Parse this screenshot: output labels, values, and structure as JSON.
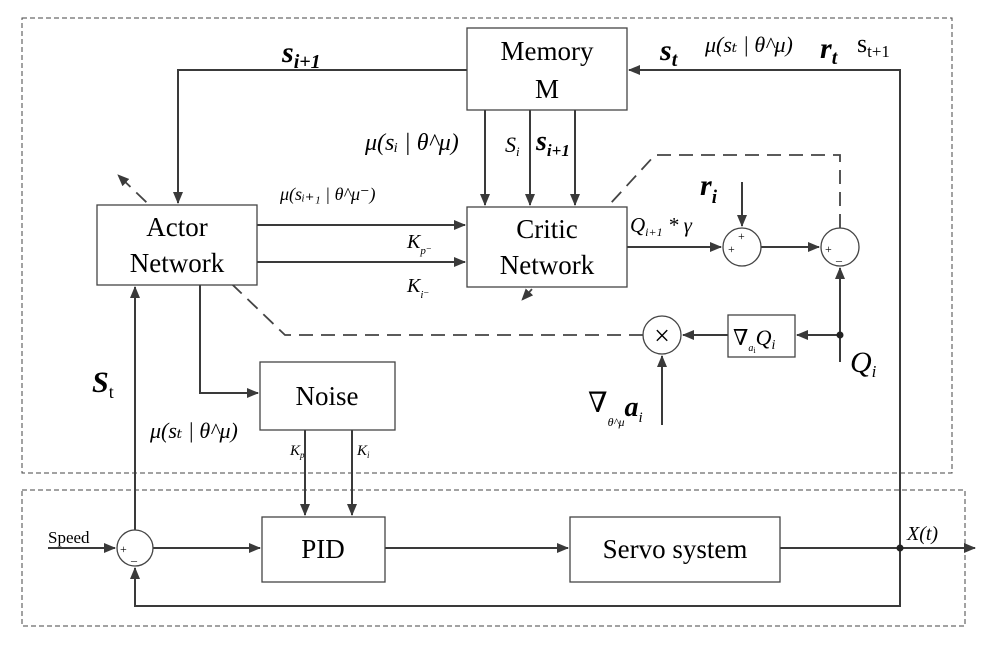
{
  "blocks": {
    "memory": [
      "Memory",
      "M"
    ],
    "critic": [
      "Critic",
      "Network"
    ],
    "actor": [
      "Actor",
      "Network"
    ],
    "noise": "Noise",
    "pid": "PID",
    "servo": "Servo system",
    "grad_q": {
      "nabla": "∇",
      "sub": "a",
      "subsub": "i",
      "q": "Q",
      "qsub": "i"
    }
  },
  "labels": {
    "s_i1_top": {
      "main": "s",
      "sub": "i+1"
    },
    "s_t_top": {
      "main": "s",
      "sub": "t"
    },
    "mu_st_top": "μ(sₜ | θ^μ)",
    "r_t_top": {
      "main": "r",
      "sub": "t"
    },
    "s_t1_top": {
      "main": "s",
      "sub": "t+1"
    },
    "mu_si": "μ(sᵢ | θ^μ)",
    "S_i": {
      "main": "S",
      "sub": "i"
    },
    "s_i1_mid": {
      "main": "s",
      "sub": "i+1"
    },
    "mu_si1_target": "μ(sᵢ₊₁ | θ^μ⁻)",
    "Kp_target": {
      "main": "K",
      "sub": "p⁻"
    },
    "Ki_target": {
      "main": "K",
      "sub": "i⁻"
    },
    "Q_gamma": {
      "main": "Q",
      "sub": "i+1",
      "rest": " * γ"
    },
    "r_i": {
      "main": "r",
      "sub": "i"
    },
    "Q_i": {
      "main": "Q",
      "sub": "i"
    },
    "grad_theta_a": {
      "nabla": "∇",
      "sub": "θ^μ",
      "main": "a",
      "asub": "i"
    },
    "S_t_left": {
      "main": "S",
      "sub": "t"
    },
    "mu_st_noise": "μ(sₜ | θ^μ)",
    "Kp": {
      "main": "K",
      "sub": "p"
    },
    "Ki": {
      "main": "K",
      "sub": "i"
    },
    "speed": "Speed",
    "X_t": "X(t)",
    "plus": "+",
    "minus": "_",
    "times": "×"
  }
}
